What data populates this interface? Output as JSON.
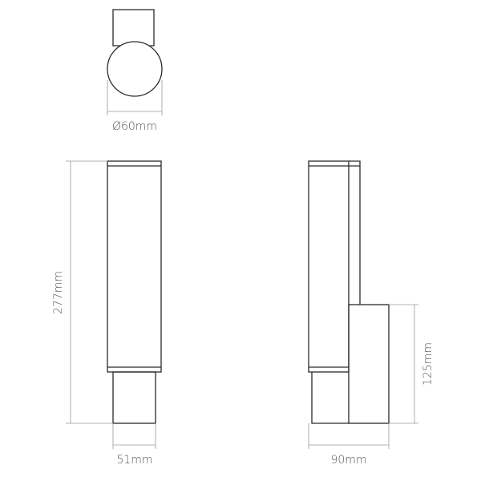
{
  "dimensions": {
    "diameter": "Ø60mm",
    "height": "277mm",
    "width": "51mm",
    "depth": "90mm",
    "bracket_height": "125mm"
  }
}
